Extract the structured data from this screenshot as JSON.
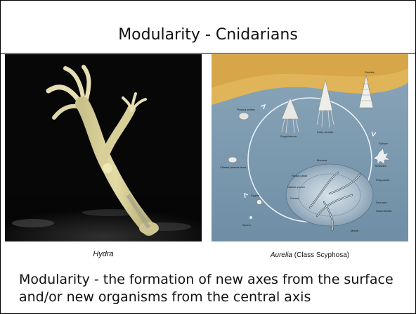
{
  "slide": {
    "title": "Modularity - Cnidarians",
    "left_image_caption": "Hydra",
    "right_image_caption_genus": "Aurelia",
    "right_image_caption_rest": " (Class Scyphosa)",
    "body": "Modularity - the formation of new axes from the surface and/or new organisms from the central axis"
  },
  "life_cycle_labels": {
    "strobila": "Strobila",
    "early_strobila": "Early strobila",
    "scyphistoma": "Scyphistoma",
    "planula_settles": "Planula settles",
    "ephyra": "Ephyra",
    "ciliated_planula": "Ciliated planula larva",
    "medusa": "Medusa",
    "zygote": "Zygote",
    "sperm": "Sperm",
    "tentacles": "Tentacles",
    "radial_canal": "Radial canal",
    "ring_canal": "Ring canal",
    "gastric_pouch": "Gastric pouch",
    "gonad": "Gonad",
    "oral_arm": "Oral arm",
    "mouth": "Mouth",
    "subumbrella": "Subumbrella"
  }
}
